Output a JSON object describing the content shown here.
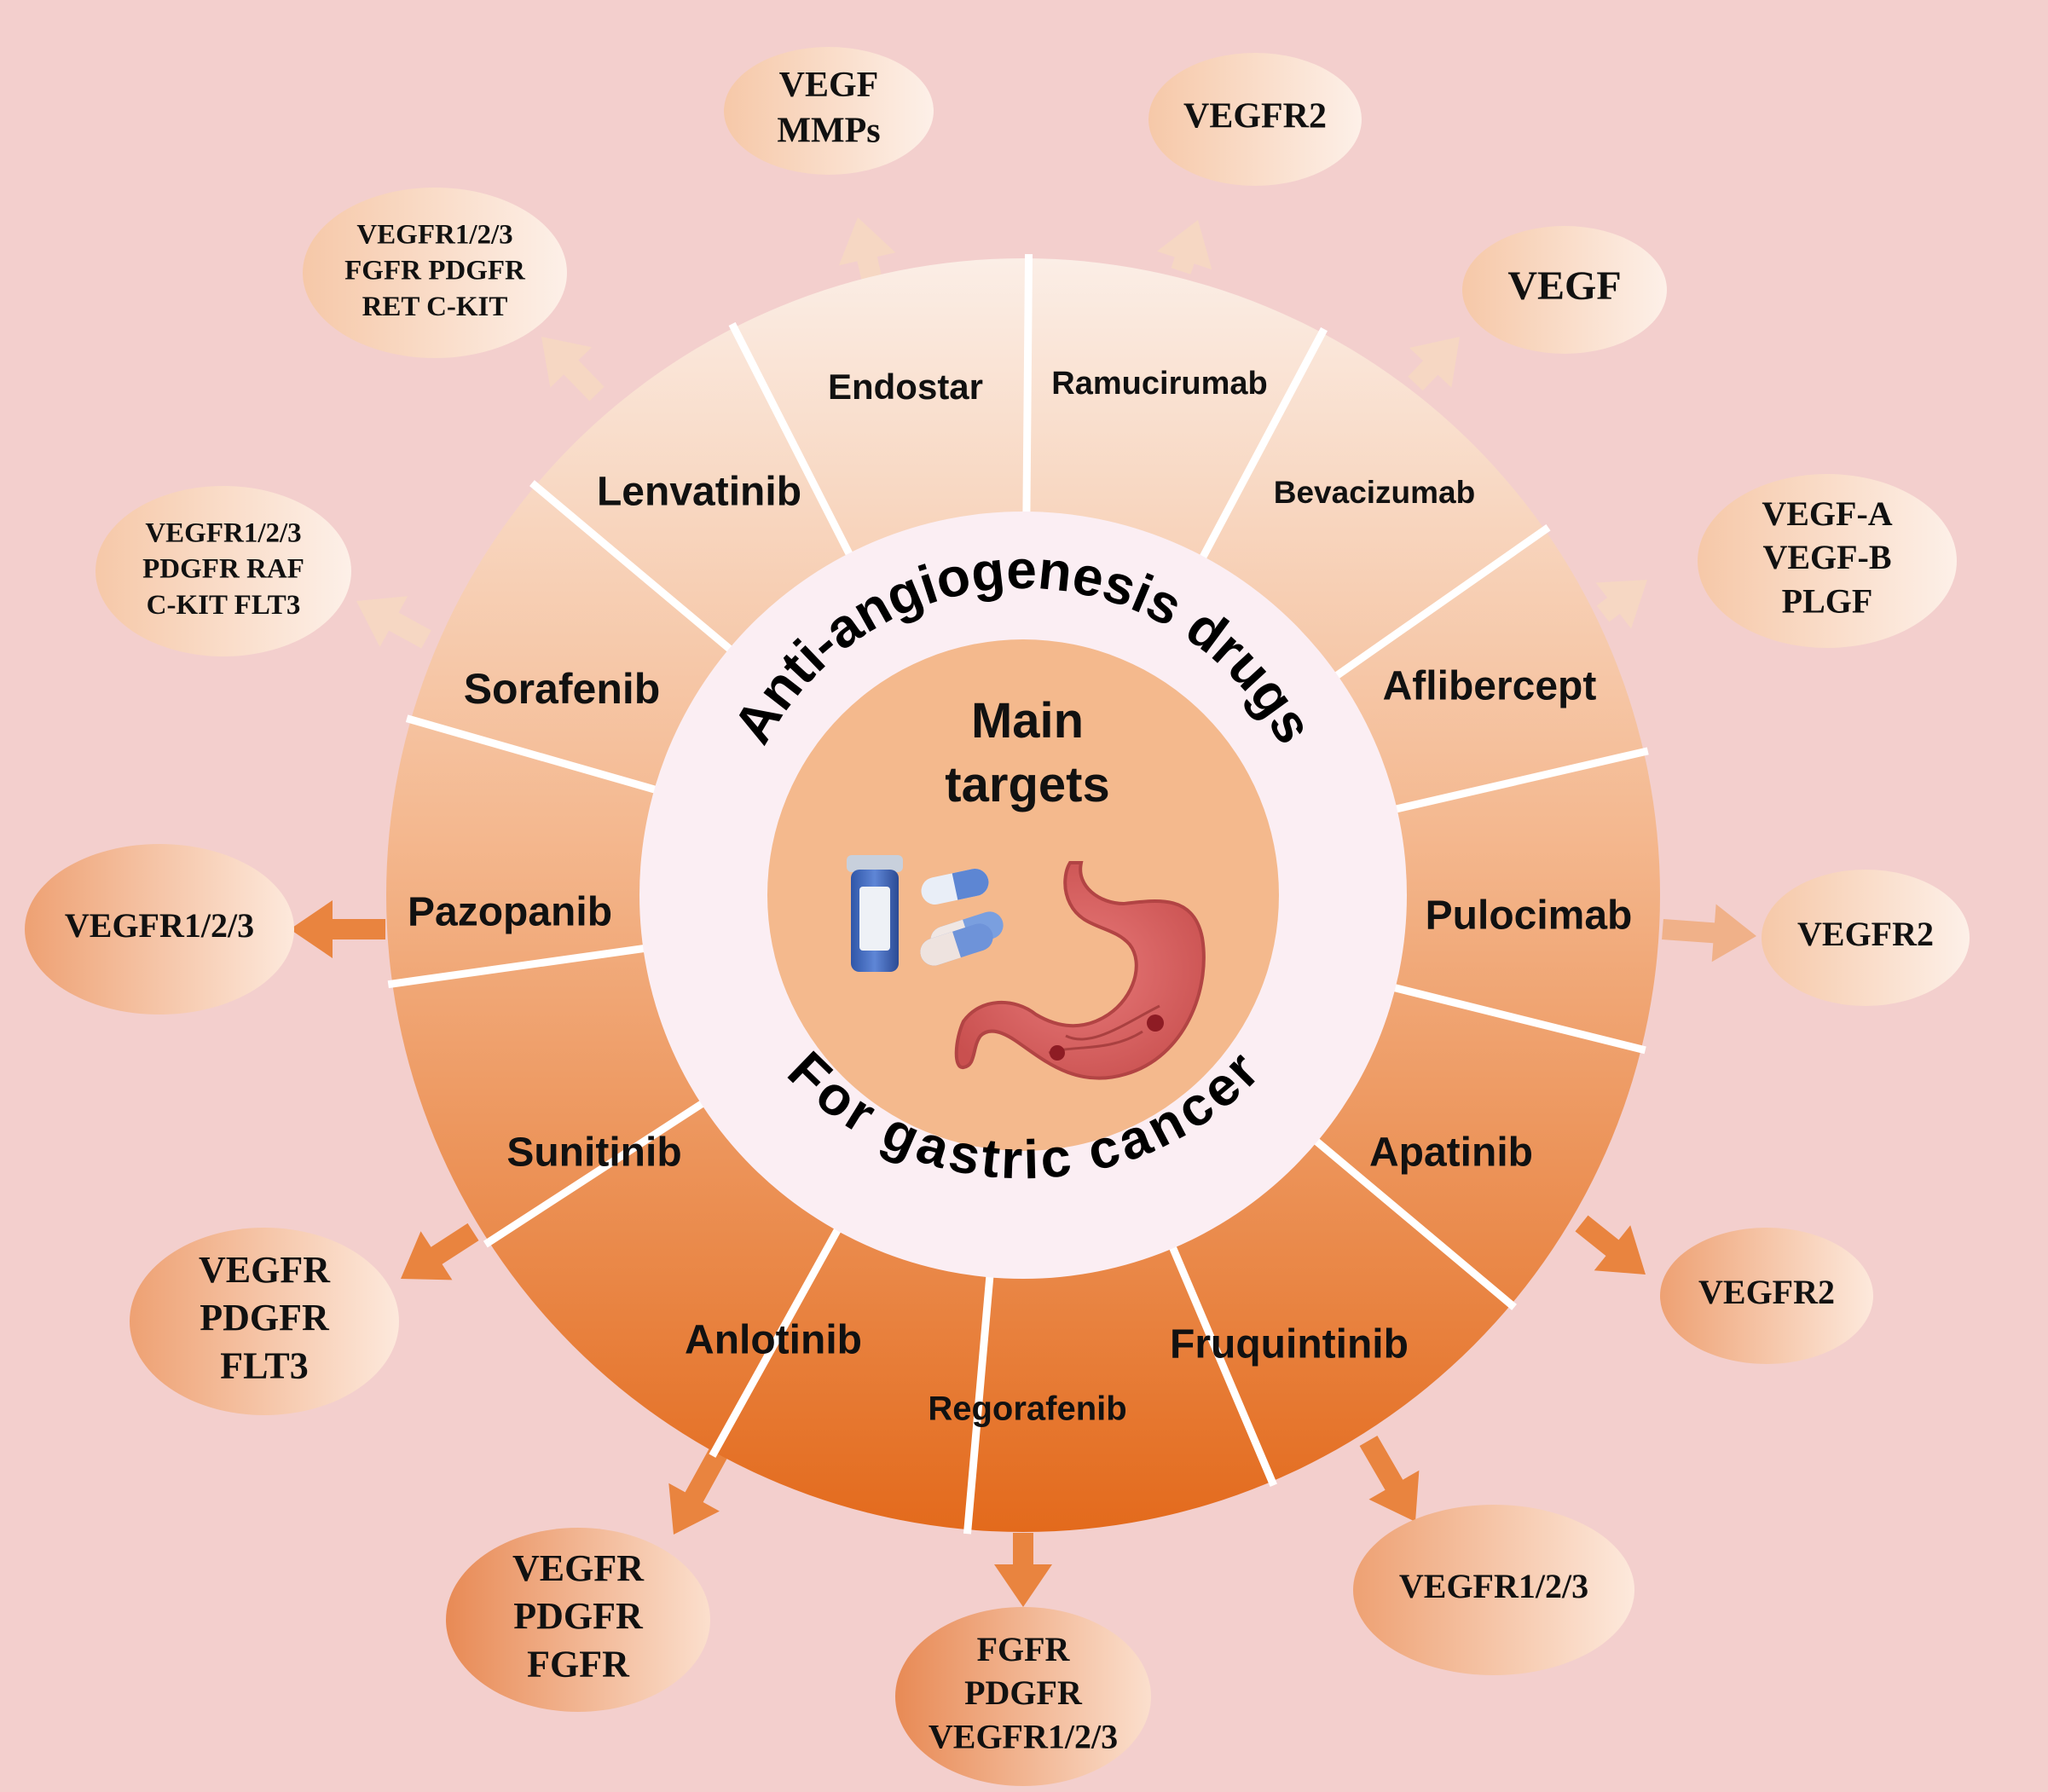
{
  "center": {
    "ring_top": "Anti-angiogenesis drugs",
    "ring_bottom": "For gastric cancer",
    "title_line1": "Main",
    "title_line2": "targets",
    "icons": [
      "pill-bottle-icon",
      "capsule-icon",
      "stomach-icon"
    ]
  },
  "drugs": [
    {
      "name": "Ramucirumab",
      "targets": [
        "VEGFR2"
      ]
    },
    {
      "name": "Bevacizumab",
      "targets": [
        "VEGF"
      ]
    },
    {
      "name": "Aflibercept",
      "targets": [
        "VEGF-A",
        "VEGF-B",
        "PLGF"
      ]
    },
    {
      "name": "Pulocimab",
      "targets": [
        "VEGFR2"
      ]
    },
    {
      "name": "Apatinib",
      "targets": [
        "VEGFR2"
      ]
    },
    {
      "name": "Fruquintinib",
      "targets": [
        "VEGFR1/2/3"
      ]
    },
    {
      "name": "Regorafenib",
      "targets": [
        "FGFR",
        "PDGFR",
        "VEGFR1/2/3"
      ]
    },
    {
      "name": "Anlotinib",
      "targets": [
        "VEGFR",
        "PDGFR",
        "FGFR"
      ]
    },
    {
      "name": "Sunitinib",
      "targets": [
        "VEGFR",
        "PDGFR",
        "FLT3"
      ]
    },
    {
      "name": "Pazopanib",
      "targets": [
        "VEGFR1/2/3"
      ]
    },
    {
      "name": "Sorafenib",
      "targets": [
        "VEGFR1/2/3",
        "PDGFR  RAF",
        "C-KIT  FLT3"
      ]
    },
    {
      "name": "Lenvatinib",
      "targets": [
        "VEGFR1/2/3",
        "FGFR  PDGFR",
        "RET    C-KIT"
      ]
    },
    {
      "name": "Endostar",
      "targets": [
        "VEGF",
        "MMPs"
      ]
    }
  ],
  "colors": {
    "background": "#f3cfcd",
    "wheel_top": "#fbece2",
    "wheel_bottom": "#e36d1f",
    "inner_ring": "#fbeef3",
    "core": "#f4b98d",
    "divider": "#ffffff"
  }
}
